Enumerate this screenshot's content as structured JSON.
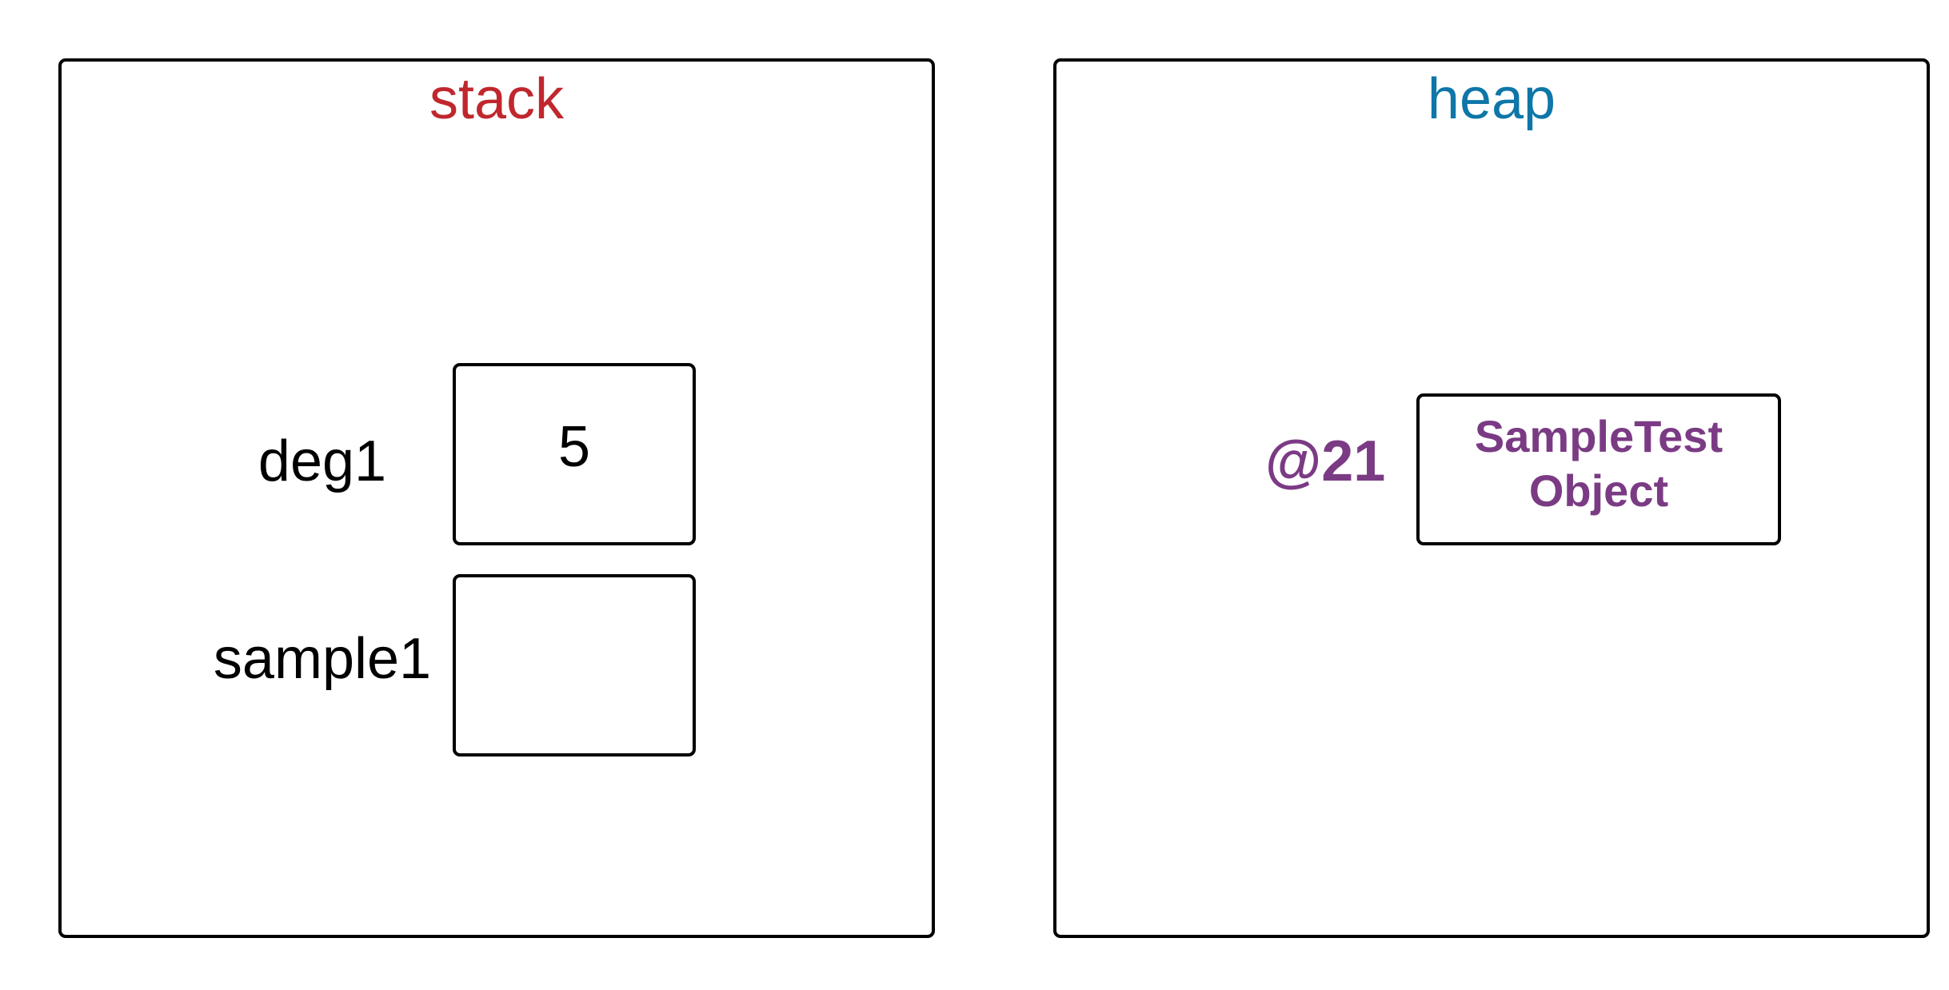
{
  "stack": {
    "title": "stack",
    "title_color": "#c0272d",
    "variables": [
      {
        "name": "deg1",
        "value": "5"
      },
      {
        "name": "sample1",
        "value": ""
      }
    ]
  },
  "heap": {
    "title": "heap",
    "title_color": "#0e76a8",
    "objects": [
      {
        "address": "@21",
        "label_line1": "SampleTest",
        "label_line2": "Object",
        "color": "#7b3b84"
      }
    ]
  }
}
